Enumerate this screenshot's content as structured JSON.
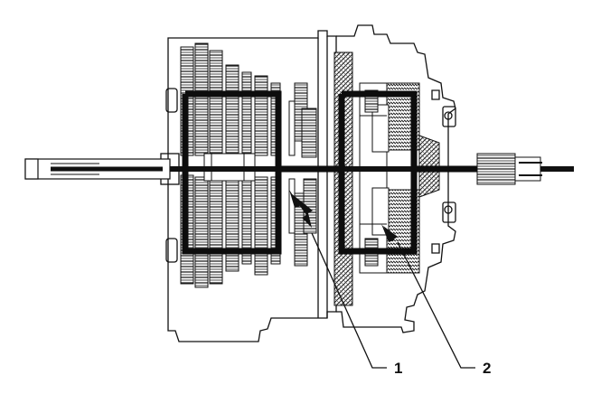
{
  "diagram": {
    "callouts": [
      {
        "id": "1",
        "label": "1"
      },
      {
        "id": "2",
        "label": "2"
      }
    ],
    "colors": {
      "ink": "#111111",
      "background": "#ffffff"
    }
  }
}
